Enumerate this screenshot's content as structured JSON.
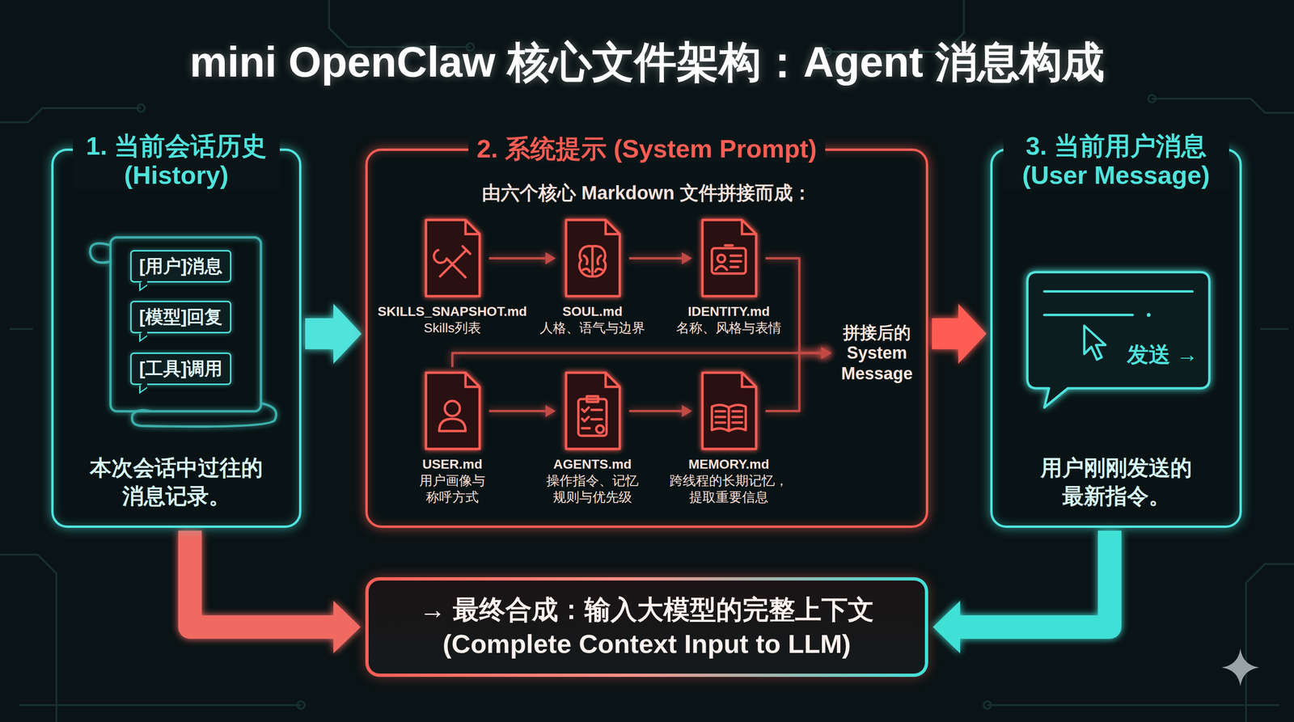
{
  "diagram": {
    "title": "mini OpenClaw 核心文件架构：Agent 消息构成",
    "nodes": [
      {
        "text": [
          "1. 当前会话历史 (History)",
          "本次会话中过往的 消息记录。"
        ]
      },
      {
        "text": [
          "[用户]消息"
        ],
        "in": 0
      },
      {
        "text": [
          "[模型]回复"
        ],
        "in": 0
      },
      {
        "text": [
          "[工具]调用"
        ],
        "in": 0
      },
      {
        "text": [
          "2. 系统提示 (System Prompt)",
          "由六个核心 Markdown 文件拼接而成："
        ]
      },
      {
        "text": [
          "SKILLS_SNAPSHOT.md",
          "Skills列表"
        ],
        "in": 4
      },
      {
        "text": [
          "SOUL.md",
          "人格、语气与边界"
        ],
        "in": 4
      },
      {
        "text": [
          "IDENTITY.md",
          "名称、风格与表情"
        ],
        "in": 4
      },
      {
        "text": [
          "USER.md",
          "用户画像与 称呼方式"
        ],
        "in": 4
      },
      {
        "text": [
          "AGENTS.md",
          "操作指令、记忆 规则与优先级"
        ],
        "in": 4
      },
      {
        "text": [
          "MEMORY.md",
          "跨线程的长期记忆， 提取重要信息"
        ],
        "in": 4
      },
      {
        "text": [
          "拼接后的 System Message"
        ],
        "in": 4
      },
      {
        "text": [
          "3. 当前用户消息 (User Message)",
          "用户刚刚发送的 最新指令。"
        ]
      },
      {
        "text": [
          "发送 →"
        ],
        "in": 12
      },
      {
        "text": [
          "→ 最终合成：输入大模型的完整上下文",
          "(Complete Context Input to LLM)"
        ]
      }
    ],
    "edges": [
      {
        "from": 0,
        "to": 4,
        "arrow": "to"
      },
      {
        "from": 4,
        "to": 12,
        "arrow": "to"
      },
      {
        "from": 5,
        "to": 6,
        "arrow": "to"
      },
      {
        "from": 6,
        "to": 7,
        "arrow": "to"
      },
      {
        "from": 7,
        "to": 11,
        "arrow": "to"
      },
      {
        "from": 8,
        "to": 11,
        "arrow": "to"
      },
      {
        "from": 8,
        "to": 9,
        "arrow": "to"
      },
      {
        "from": 9,
        "to": 10,
        "arrow": "to"
      },
      {
        "from": 10,
        "to": 11,
        "arrow": "to"
      },
      {
        "from": 0,
        "to": 14,
        "arrow": "to"
      },
      {
        "from": 12,
        "to": 14,
        "arrow": "to"
      }
    ]
  }
}
